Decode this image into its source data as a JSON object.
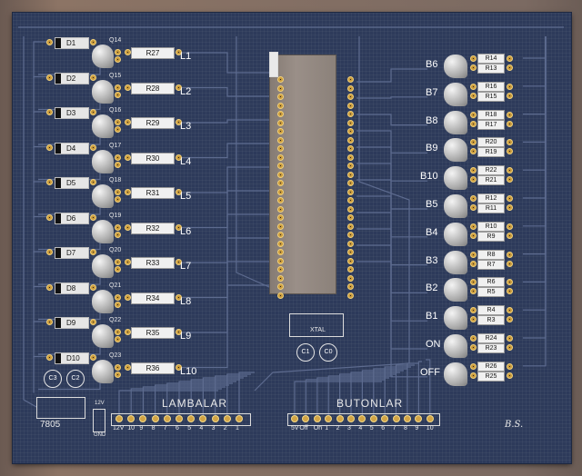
{
  "board": {
    "initials": "B.S.",
    "reg_label": "7805",
    "power_header_labels": [
      "12V",
      "GND"
    ],
    "chip_label": "XTAL",
    "xtal_caps": [
      "C1",
      "C0"
    ],
    "power_caps": [
      "C3",
      "C2"
    ]
  },
  "left_channels": [
    {
      "diode": "D1",
      "q": "Q14",
      "r": "R27",
      "out": "L1"
    },
    {
      "diode": "D2",
      "q": "Q15",
      "r": "R28",
      "out": "L2"
    },
    {
      "diode": "D3",
      "q": "Q16",
      "r": "R29",
      "out": "L3"
    },
    {
      "diode": "D4",
      "q": "Q17",
      "r": "R30",
      "out": "L4"
    },
    {
      "diode": "D5",
      "q": "Q18",
      "r": "R31",
      "out": "L5"
    },
    {
      "diode": "D6",
      "q": "Q19",
      "r": "R32",
      "out": "L6"
    },
    {
      "diode": "D7",
      "q": "Q20",
      "r": "R33",
      "out": "L7"
    },
    {
      "diode": "D8",
      "q": "Q21",
      "r": "R34",
      "out": "L8"
    },
    {
      "diode": "D9",
      "q": "Q22",
      "r": "R35",
      "out": "L9"
    },
    {
      "diode": "D10",
      "q": "Q23",
      "r": "R36",
      "out": "L10"
    }
  ],
  "right_channels": [
    {
      "label": "B6",
      "r1": "R14",
      "r2": "R13"
    },
    {
      "label": "B7",
      "r1": "R16",
      "r2": "R15"
    },
    {
      "label": "B8",
      "r1": "R18",
      "r2": "R17"
    },
    {
      "label": "B9",
      "r1": "R20",
      "r2": "R19"
    },
    {
      "label": "B10",
      "r1": "R22",
      "r2": "R21"
    },
    {
      "label": "B5",
      "r1": "R12",
      "r2": "R11"
    },
    {
      "label": "B4",
      "r1": "R10",
      "r2": "R9"
    },
    {
      "label": "B3",
      "r1": "R8",
      "r2": "R7"
    },
    {
      "label": "B2",
      "r1": "R6",
      "r2": "R5"
    },
    {
      "label": "B1",
      "r1": "R4",
      "r2": "R3"
    },
    {
      "label": "ON",
      "r1": "R24",
      "r2": "R23"
    },
    {
      "label": "OFF",
      "r1": "R26",
      "r2": "R25"
    }
  ],
  "lambalar": {
    "title": "LAMBALAR",
    "pins": [
      "12V",
      "10",
      "9",
      "8",
      "7",
      "6",
      "5",
      "4",
      "3",
      "2",
      "1"
    ]
  },
  "butonlar": {
    "title": "BUTONLAR",
    "pins": [
      "5V",
      "Off",
      "On",
      "1",
      "2",
      "3",
      "4",
      "5",
      "6",
      "7",
      "8",
      "9",
      "10"
    ]
  },
  "colors": {
    "board": "#2d3a5a",
    "pad": "#c99a3b",
    "trace": "#5d6b8f",
    "silk": "#ffffff"
  }
}
